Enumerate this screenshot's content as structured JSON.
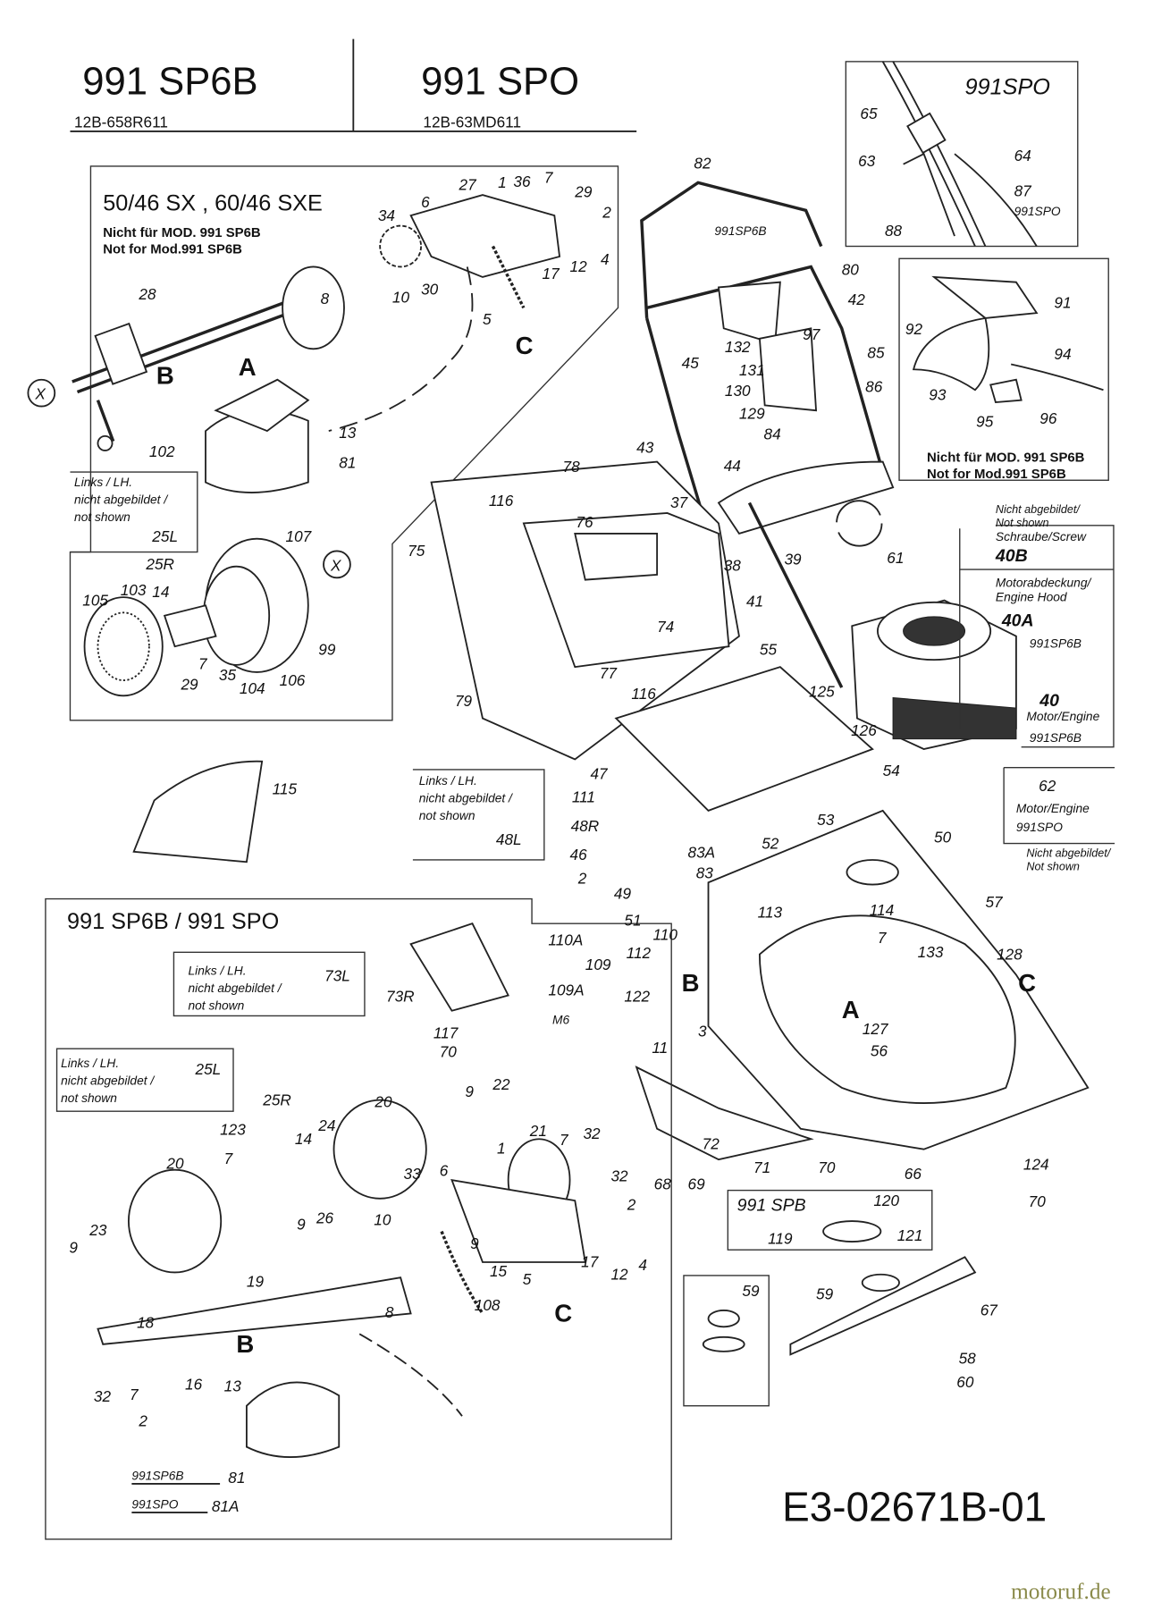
{
  "header": {
    "model_left": "991 SP6B",
    "code_left": "12B-658R611",
    "model_right": "991 SPO",
    "code_right": "12B-63MD611"
  },
  "drive_box": {
    "title": "50/46 SX , 60/46 SXE",
    "note_de": "Nicht für MOD. 991 SP6B",
    "note_en": "Not for Mod.991 SP6B"
  },
  "spo_box": {
    "title": "991SPO"
  },
  "sp6b_excluded_box": {
    "note_de": "Nicht für MOD. 991 SP6B",
    "note_en": "Not for Mod.991 SP6B"
  },
  "engine_notes": {
    "not_shown_de": "Nicht abgebildet/",
    "not_shown_en": "Not shown",
    "screw": "Schraube/Screw",
    "p40b": "40B",
    "hood_de": "Motorabdeckung/",
    "hood_en": "Engine Hood",
    "p40a": "40A",
    "model_a": "991SP6B",
    "p40": "40",
    "engine": "Motor/Engine",
    "model_b": "991SP6B"
  },
  "engine62_box": {
    "p62": "62",
    "engine": "Motor/Engine",
    "model": "991SPO",
    "not_shown_de": "Nicht abgebildet/",
    "not_shown_en": "Not shown"
  },
  "lh_note": {
    "l1": "Links / LH.",
    "l2": "nicht abgebildet /",
    "l3": "not shown"
  },
  "lh_boxes": [
    "25L",
    "48L",
    "73L",
    "25L"
  ],
  "lower_box": {
    "title": "991 SP6B / 991 SPO"
  },
  "spb_box": {
    "title": "991 SPB"
  },
  "variants": [
    {
      "model": "991SP6B",
      "part": "81"
    },
    {
      "model": "991SPO",
      "part": "81A"
    }
  ],
  "drawing_number": "E3-02671B-01",
  "watermark": "motoruf.de",
  "part_numbers": [
    "27",
    "1",
    "36",
    "7",
    "29",
    "2",
    "6",
    "34",
    "28",
    "8",
    "10",
    "30",
    "5",
    "17",
    "12",
    "4",
    "C",
    "B",
    "A",
    "X",
    "13",
    "102",
    "81",
    "107",
    "X",
    "25R",
    "103",
    "14",
    "105",
    "7",
    "29",
    "35",
    "104",
    "106",
    "99",
    "65",
    "63",
    "64",
    "87",
    "991SPO",
    "88",
    "91",
    "92",
    "94",
    "93",
    "95",
    "96",
    "82",
    "991SP6B",
    "80",
    "42",
    "85",
    "132",
    "97",
    "131",
    "130",
    "129",
    "86",
    "84",
    "45",
    "43",
    "44",
    "78",
    "116",
    "76",
    "75",
    "37",
    "38",
    "39",
    "61",
    "41",
    "74",
    "55",
    "77",
    "79",
    "116",
    "125",
    "126",
    "47",
    "111",
    "48R",
    "46",
    "83A",
    "52",
    "53",
    "54",
    "50",
    "2",
    "83",
    "49",
    "51",
    "57",
    "113",
    "114",
    "110A",
    "110",
    "112",
    "109",
    "7",
    "133",
    "128",
    "C",
    "109A",
    "B",
    "M6",
    "122",
    "3",
    "A",
    "127",
    "56",
    "11",
    "115",
    "73R",
    "117",
    "70",
    "25R",
    "20",
    "9",
    "22",
    "123",
    "7",
    "14",
    "24",
    "20",
    "21",
    "7",
    "32",
    "1",
    "32",
    "2",
    "6",
    "33",
    "10",
    "9",
    "26",
    "9",
    "23",
    "9",
    "15",
    "17",
    "12",
    "4",
    "19",
    "5",
    "108",
    "C",
    "18",
    "8",
    "B",
    "16",
    "13",
    "32",
    "7",
    "2",
    "72",
    "71",
    "70",
    "66",
    "68",
    "69",
    "124",
    "70",
    "120",
    "119",
    "121",
    "59",
    "59",
    "67",
    "58",
    "60"
  ]
}
